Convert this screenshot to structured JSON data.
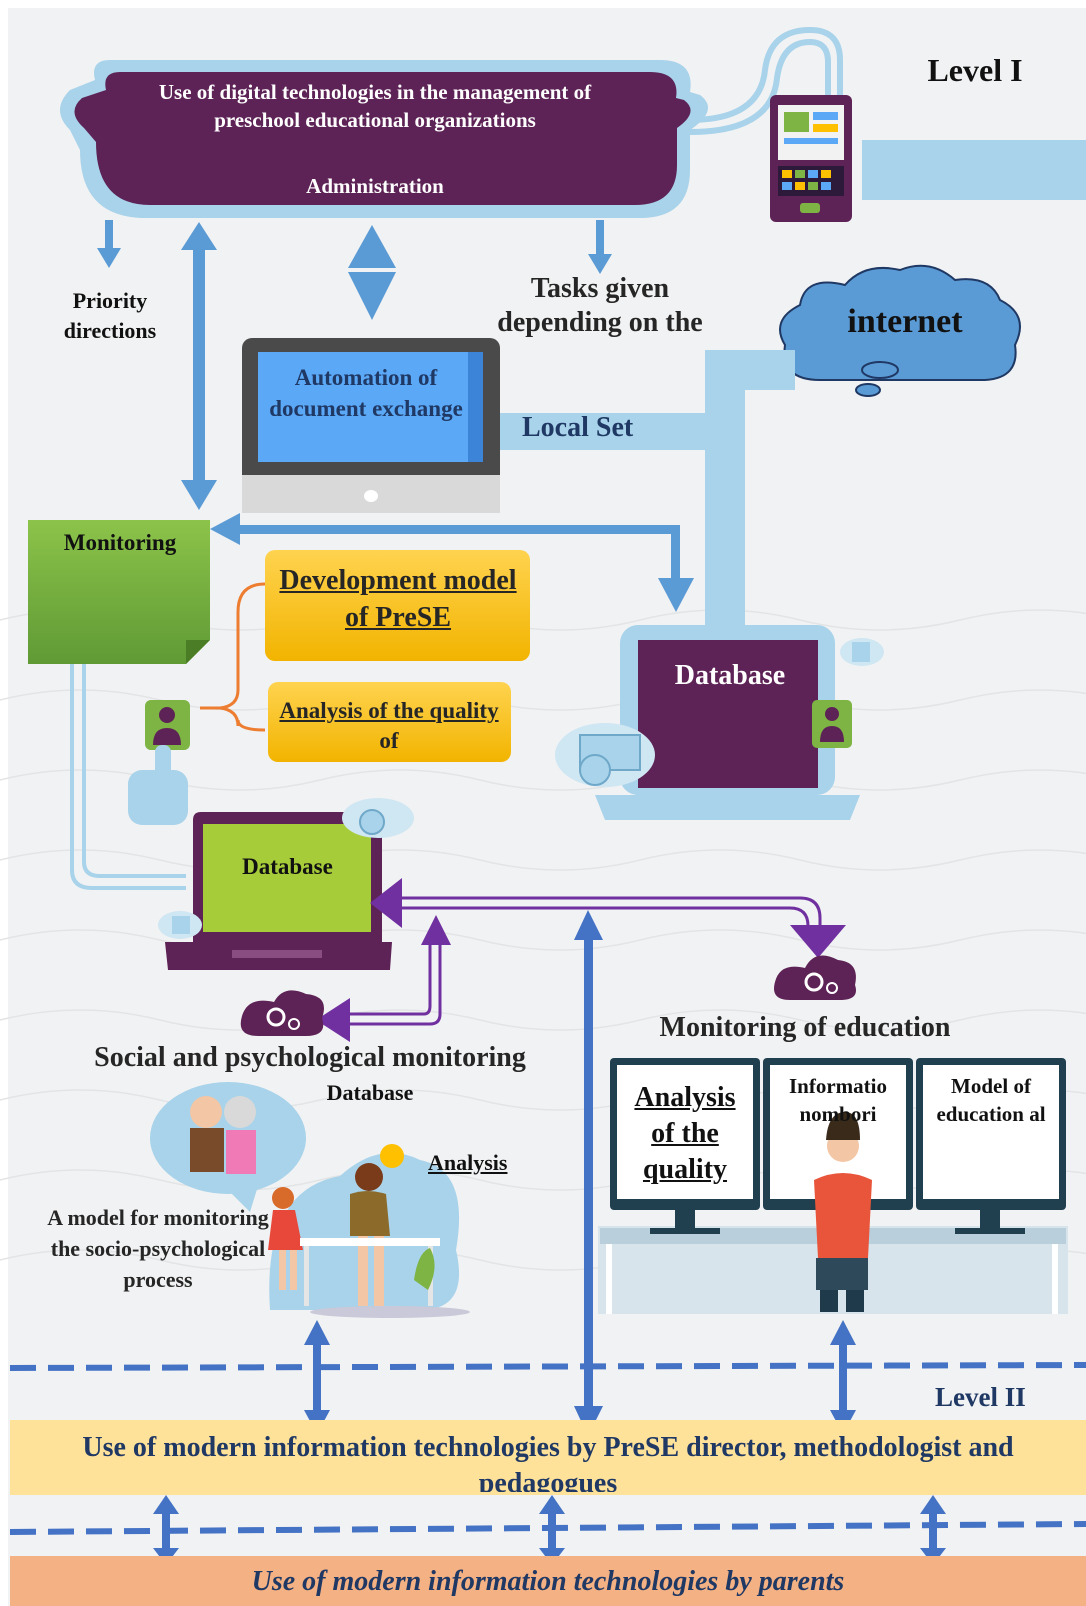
{
  "colors": {
    "background": "#f1f2f3",
    "purple": "#5e2356",
    "light_blue": "#a8d3ea",
    "arrow_blue": "#5b9bd5",
    "dark_arrow": "#4472c4",
    "green": "#7db443",
    "yellow": "#ffc000",
    "level2_band": "#ffe29a",
    "parents_band": "#f4b183",
    "screen_blue": "#5ba8f7",
    "violet_arrow": "#7030a0"
  },
  "level1": {
    "label": "Level I",
    "admin_box_title": "Use of digital technologies in the management of preschool educational organizations",
    "admin_box_subtitle": "Administration",
    "priority_directions": "Priority directions",
    "tasks_given": "Tasks given depending on the"
  },
  "internet": {
    "label": "internet"
  },
  "local_set": {
    "label": "Local Set"
  },
  "automation": {
    "label": "Automation of document exchange"
  },
  "monitoring": {
    "label": "Monitoring"
  },
  "development_model": {
    "label": "Development model of PreSE"
  },
  "analysis_quality": {
    "label": "Analysis of the quality of"
  },
  "database_top": {
    "label": "Database"
  },
  "database_green": {
    "label": "Database"
  },
  "social_monitoring": {
    "title": "Social and psychological monitoring",
    "database_label": "Database",
    "analysis_label": "Analysis",
    "model_text": "A model for monitoring the socio-psychological process"
  },
  "education_monitoring": {
    "title": "Monitoring of education",
    "screen1": "Analysis of the quality",
    "screen2": "Informatio nombori",
    "screen3": "Model of education al"
  },
  "level2": {
    "label": "Level II",
    "band_text": "Use of modern information technologies by PreSE director, methodologist and pedagogues"
  },
  "parents": {
    "band_text": "Use of modern information technologies by parents"
  }
}
